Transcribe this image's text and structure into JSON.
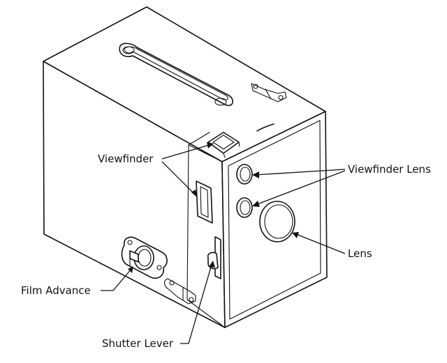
{
  "labels": {
    "viewfinder": "Viewfinder",
    "viewfinder_lens": "Viewfinder Lens",
    "lens": "Lens",
    "film_advance": "Film Advance",
    "shutter_lever": "Shutter Lever"
  },
  "colors": {
    "line": "#111111",
    "background": "#ffffff"
  }
}
